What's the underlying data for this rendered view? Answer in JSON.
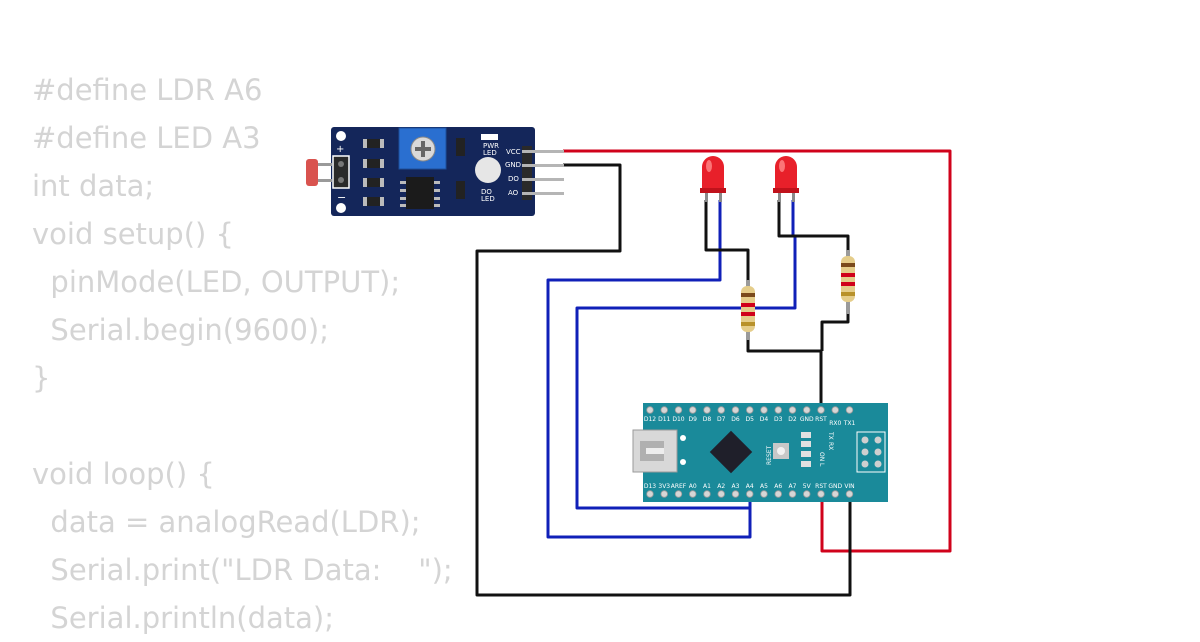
{
  "code": {
    "lines": [
      "#define LDR A6",
      "#define LED A3",
      "int data;",
      "void setup() {",
      "  pinMode(LED, OUTPUT);",
      "  Serial.begin(9600);",
      "}",
      "",
      "void loop() {",
      "  data = analogRead(LDR);",
      "  Serial.print(\"LDR Data:    \");",
      "  Serial.println(data);"
    ]
  },
  "sensor_module": {
    "plus": "+",
    "minus": "−",
    "pwr_led": [
      "PWR",
      "LED"
    ],
    "do_led": [
      "DO",
      "LED"
    ],
    "pins": [
      "VCC",
      "GND",
      "DO",
      "AO"
    ]
  },
  "arduino": {
    "top_pins": [
      "D12",
      "D11",
      "D10",
      "D9",
      "D8",
      "D7",
      "D6",
      "D5",
      "D4",
      "D3",
      "D2",
      "GND",
      "RST",
      "RX0",
      "TX1"
    ],
    "bottom_pins": [
      "D13",
      "3V3",
      "AREF",
      "A0",
      "A1",
      "A2",
      "A3",
      "A4",
      "A5",
      "A6",
      "A7",
      "5V",
      "RST",
      "GND",
      "VIN"
    ],
    "side_labels": [
      "TX",
      "RX",
      "ON",
      "L"
    ],
    "reset_label": "RESET"
  },
  "colors": {
    "wire_red": "#d0021b",
    "wire_black": "#111111",
    "wire_blue": "#1020b8",
    "board_teal": "#1a8a9a",
    "module_navy": "#14265a",
    "led_red": "#e8202a"
  }
}
